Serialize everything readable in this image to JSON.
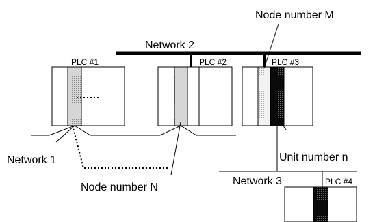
{
  "labels": {
    "network1": "Network 1",
    "network2": "Network 2",
    "network3": "Network 3",
    "plc1": "PLC #1",
    "plc2": "PLC #2",
    "plc3": "PLC #3",
    "plc4": "PLC #4",
    "node_n": "Node number N",
    "node_m": "Node number M",
    "unit_n": "Unit number n"
  },
  "colors": {
    "line": "#000000",
    "unit_light": "#cfcfcf",
    "unit_dark": "#111111",
    "unit_speckle": "#ececec"
  }
}
